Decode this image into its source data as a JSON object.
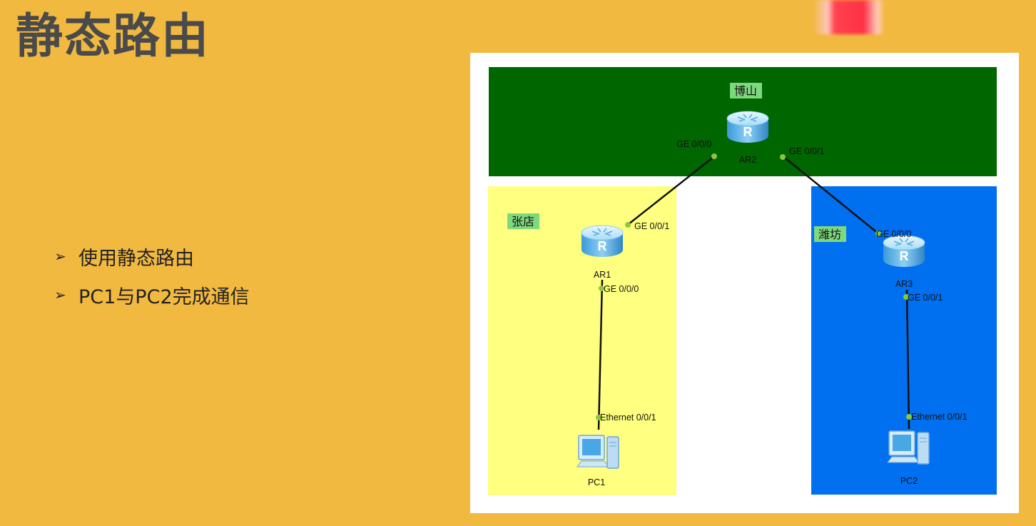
{
  "slide": {
    "title": "静态路由",
    "bullets": [
      "使用静态路由",
      "PC1与PC2完成通信"
    ]
  },
  "colors": {
    "background": "#F2B941",
    "area_boshan": "#006600",
    "area_zhangdian": "#FFFF80",
    "area_weifang": "#0070F0",
    "area_label_bg": "#7ED87E",
    "link": "#111111",
    "port_dot": "#8CC63F"
  },
  "diagram": {
    "areas": {
      "boshan": "博山",
      "zhangdian": "张店",
      "weifang": "潍坊"
    },
    "devices": {
      "ar1": "AR1",
      "ar2": "AR2",
      "ar3": "AR3",
      "pc1": "PC1",
      "pc2": "PC2"
    },
    "ports": {
      "ar2_ge000": "GE 0/0/0",
      "ar2_ge001": "GE 0/0/1",
      "ar1_ge001": "GE 0/0/1",
      "ar1_ge000": "GE 0/0/0",
      "ar3_ge000": "GE 0/0/0",
      "ar3_ge001": "GE 0/0/1",
      "pc1_eth": "Ethernet 0/0/1",
      "pc2_eth": "Ethernet 0/0/1"
    }
  }
}
